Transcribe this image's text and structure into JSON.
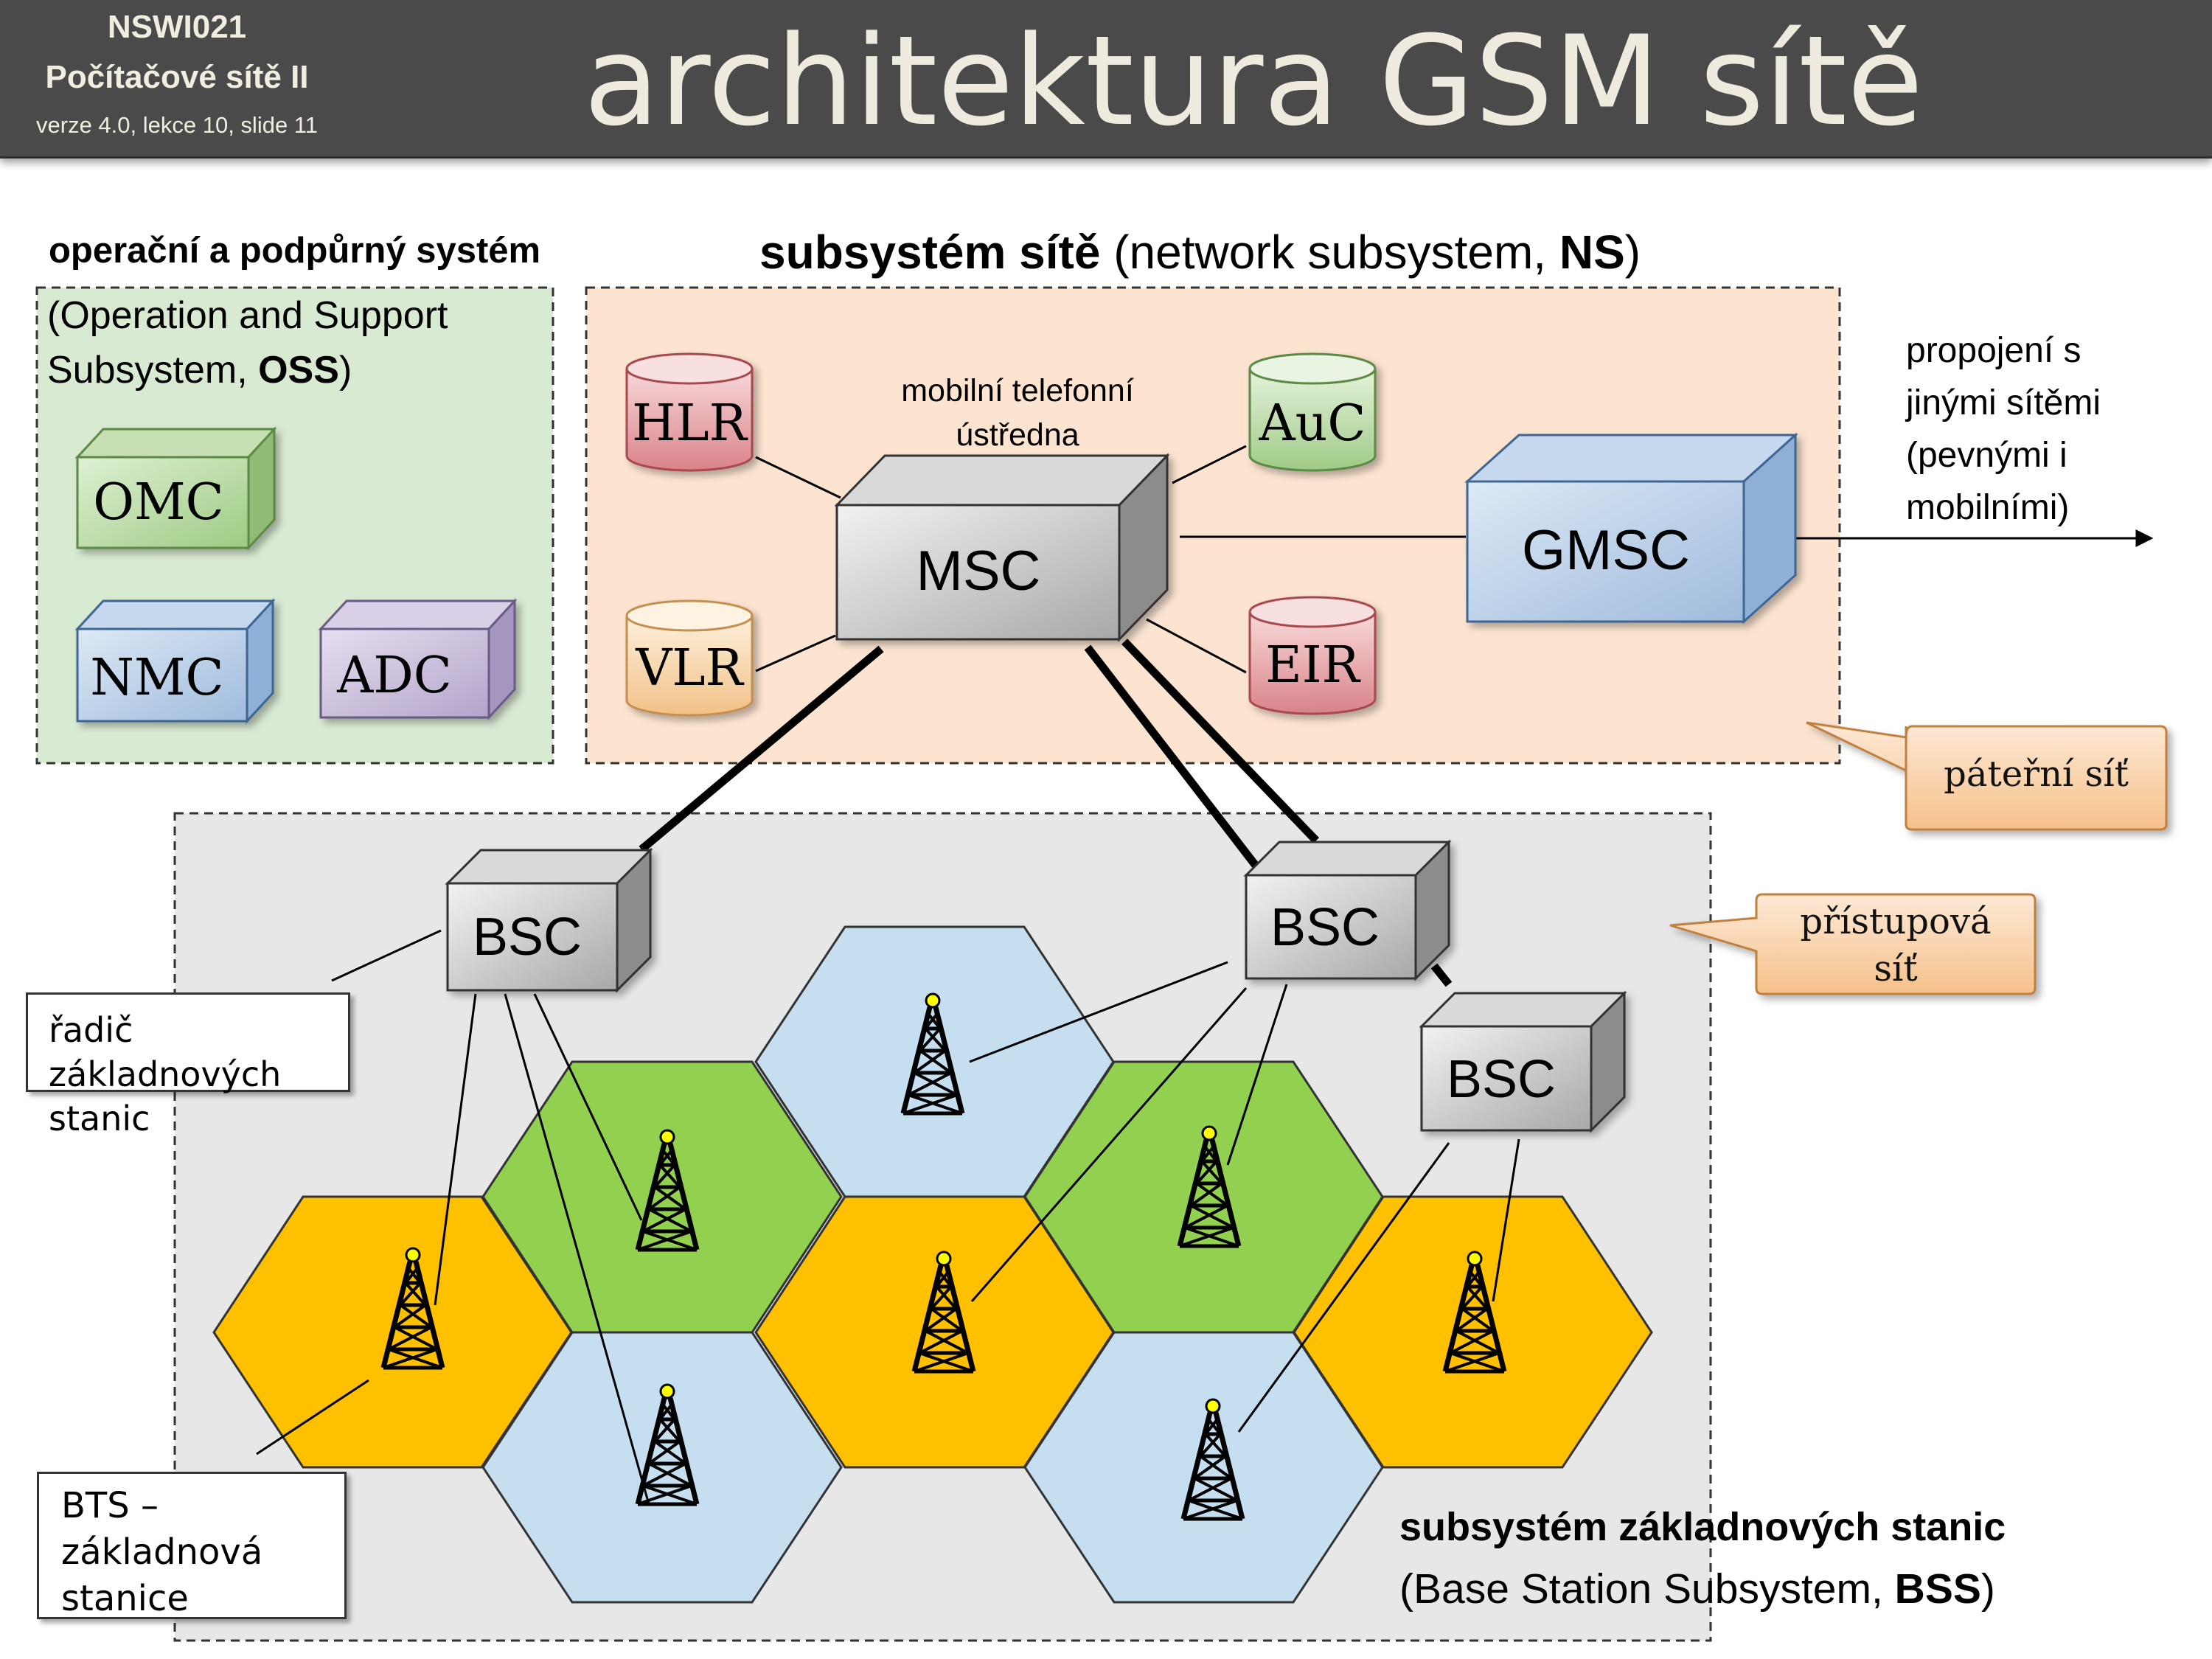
{
  "header": {
    "course_code": "NSWI021",
    "course_name": "Počítačové sítě II",
    "version": "verze 4.0, lekce  10, slide 11",
    "title": "architektura GSM sítě"
  },
  "oss": {
    "title": "operační a podpůrný systém",
    "desc_line1": "(Operation and Support",
    "desc_line2_prefix": "Subsystem, ",
    "desc_line2_abbr": "OSS",
    "desc_line2_suffix": ")",
    "nodes": [
      "OMC",
      "NMC",
      "ADC"
    ]
  },
  "ns": {
    "title_bold": "subsystém sítě",
    "title_rest": " (network subsystem, ",
    "title_abbr": "NS",
    "title_close": ")",
    "msc_caption_line1": "mobilní telefonní",
    "msc_caption_line2": "ústředna",
    "msc": "MSC",
    "gmsc": "GMSC",
    "databases": [
      "HLR",
      "VLR",
      "AuC",
      "EIR"
    ]
  },
  "interconnect": {
    "line1": "propojení s",
    "line2": "jinými sítěmi",
    "line3": "(pevnými i",
    "line4": "mobilními)"
  },
  "callouts": {
    "backbone": "páteřní  síť",
    "access_line1": "přístupová",
    "access_line2": "síť"
  },
  "bss": {
    "title": "subsystém základnových stanic",
    "desc_prefix": "(Base  Station Subsystem, ",
    "desc_abbr": "BSS",
    "desc_suffix": ")",
    "bsc_label": "BSC",
    "bsc_caption_line1": "řadič základnových",
    "bsc_caption_line2": "stanic",
    "bts_caption_line1": "BTS –",
    "bts_caption_line2": "základnová",
    "bts_caption_line3": "stanice"
  },
  "colors": {
    "header_bg": "#4a4a4a",
    "oss_bg": "#d9ead3",
    "ns_bg": "#fce4d0",
    "bss_bg": "#e7e7e7",
    "cell_orange": "#ffc000",
    "cell_green": "#92d050",
    "cell_blue": "#c5dff0",
    "callout_bg": "#f9d4a8"
  }
}
